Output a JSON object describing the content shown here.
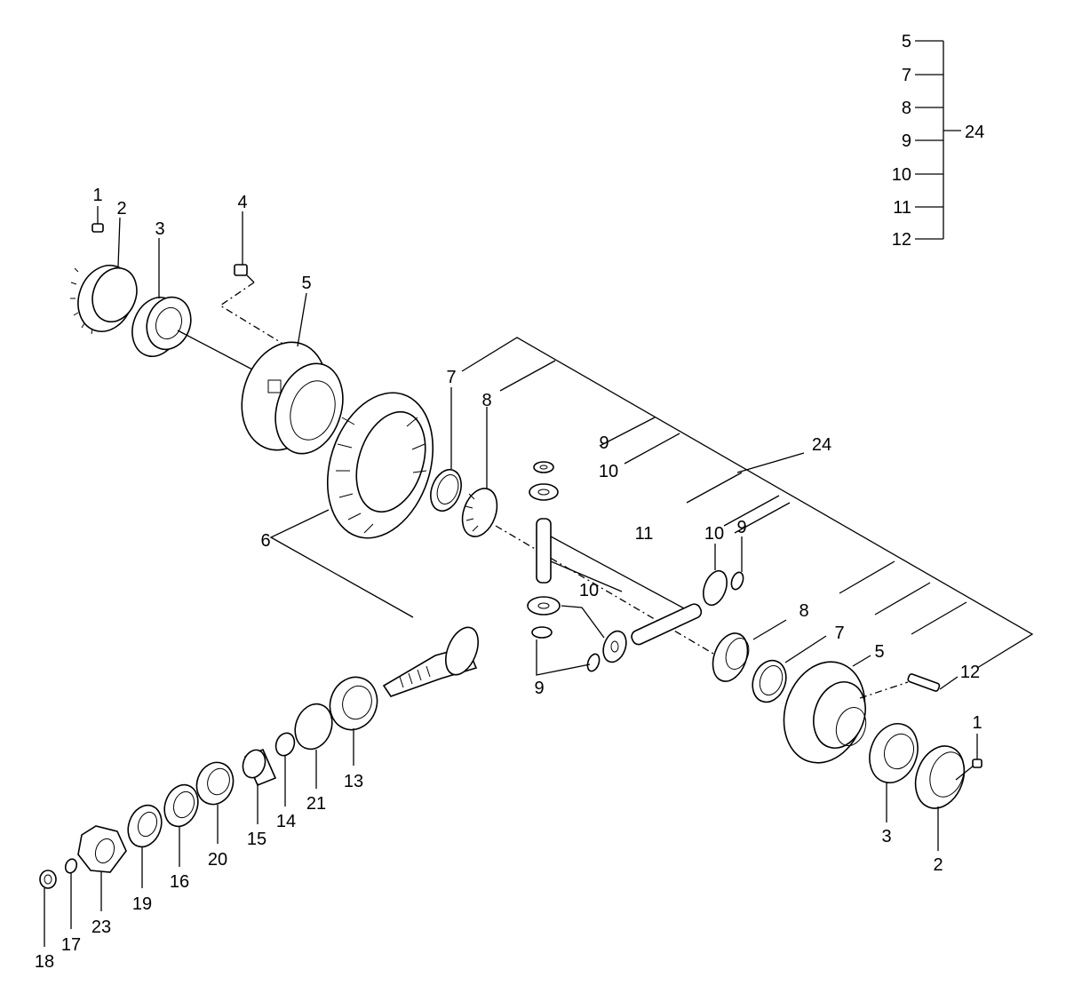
{
  "diagram": {
    "group_legend": {
      "members": [
        "5",
        "7",
        "8",
        "9",
        "10",
        "11",
        "12"
      ],
      "group": "24"
    },
    "callouts": {
      "c1_left": "1",
      "c2_left": "2",
      "c3_left": "3",
      "c4": "4",
      "c5_left": "5",
      "c6": "6",
      "c7_top": "7",
      "c8_top": "8",
      "c9_top": "9",
      "c10_top": "10",
      "c24_mid": "24",
      "c11": "11",
      "c10_right": "10",
      "c9_right": "9",
      "c10_lower": "10",
      "c9_lower": "9",
      "c8_right": "8",
      "c7_right": "7",
      "c5_right": "5",
      "c12": "12",
      "c1_right": "1",
      "c3_right": "3",
      "c2_right": "2",
      "c13": "13",
      "c21": "21",
      "c14": "14",
      "c15": "15",
      "c20": "20",
      "c16": "16",
      "c19": "19",
      "c23": "23",
      "c17": "17",
      "c18": "18"
    }
  }
}
